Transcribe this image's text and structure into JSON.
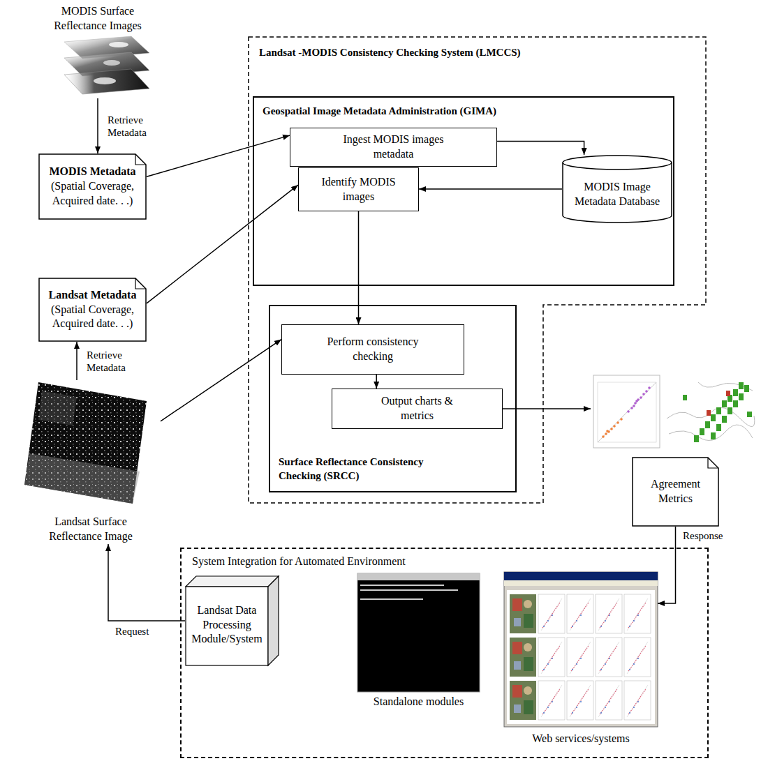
{
  "diagram": {
    "nodes": [
      {
        "text": [
          "Landsat -MODIS Consistency Checking System (LMCCS)"
        ]
      },
      {
        "text": [
          "Geospatial Image Metadata Administration (GIMA)"
        ],
        "in": 0
      },
      {
        "text": [
          "Ingest MODIS images metadata"
        ],
        "in": 1
      },
      {
        "text": [
          "MODIS Image Metadata Database"
        ],
        "in": 1
      },
      {
        "text": [
          "Identify MODIS images"
        ],
        "in": 1
      },
      {
        "text": [
          "Surface Reflectance Consistency Checking (SRCC)"
        ],
        "in": 0
      },
      {
        "text": [
          "Perform consistency checking"
        ],
        "in": 5
      },
      {
        "text": [
          "Output charts & metrics"
        ],
        "in": 5
      },
      {
        "text": [
          "MODIS Surface Reflectance Images"
        ]
      },
      {
        "text": [
          "MODIS Metadata",
          "(Spatial Coverage, Acquired date. . .)"
        ]
      },
      {
        "text": [
          "Landsat Metadata",
          "(Spatial Coverage, Acquired date. . .)"
        ]
      },
      {
        "text": [
          "Landsat Surface Reflectance Image"
        ]
      },
      {
        "text": [
          "Agreement Metrics"
        ]
      },
      {
        "text": [
          "System Integration for Automated Environment"
        ]
      },
      {
        "text": [
          "Landsat Data Processing Module/System"
        ],
        "in": 13
      },
      {
        "text": [
          "Standalone modules"
        ],
        "in": 13
      },
      {
        "text": [
          "Web services/systems"
        ],
        "in": 13
      }
    ],
    "edges": [
      {
        "from": 8,
        "to": 9,
        "label": "Retrieve Metadata",
        "arrow": "to"
      },
      {
        "from": 9,
        "to": 2,
        "arrow": "to"
      },
      {
        "from": 2,
        "to": 3,
        "arrow": "to"
      },
      {
        "from": 3,
        "to": 4,
        "arrow": "to"
      },
      {
        "from": 10,
        "to": 4,
        "arrow": "to"
      },
      {
        "from": 4,
        "to": 6,
        "arrow": "to"
      },
      {
        "from": 11,
        "to": 10,
        "label": "Retrieve Metadata",
        "arrow": "to"
      },
      {
        "from": 11,
        "to": 6,
        "arrow": "to"
      },
      {
        "from": 6,
        "to": 7,
        "arrow": "to"
      },
      {
        "from": 12,
        "to": 16,
        "label": "Response",
        "arrow": "to"
      },
      {
        "from": 14,
        "to": 11,
        "label": "Request",
        "arrow": "to"
      }
    ]
  }
}
